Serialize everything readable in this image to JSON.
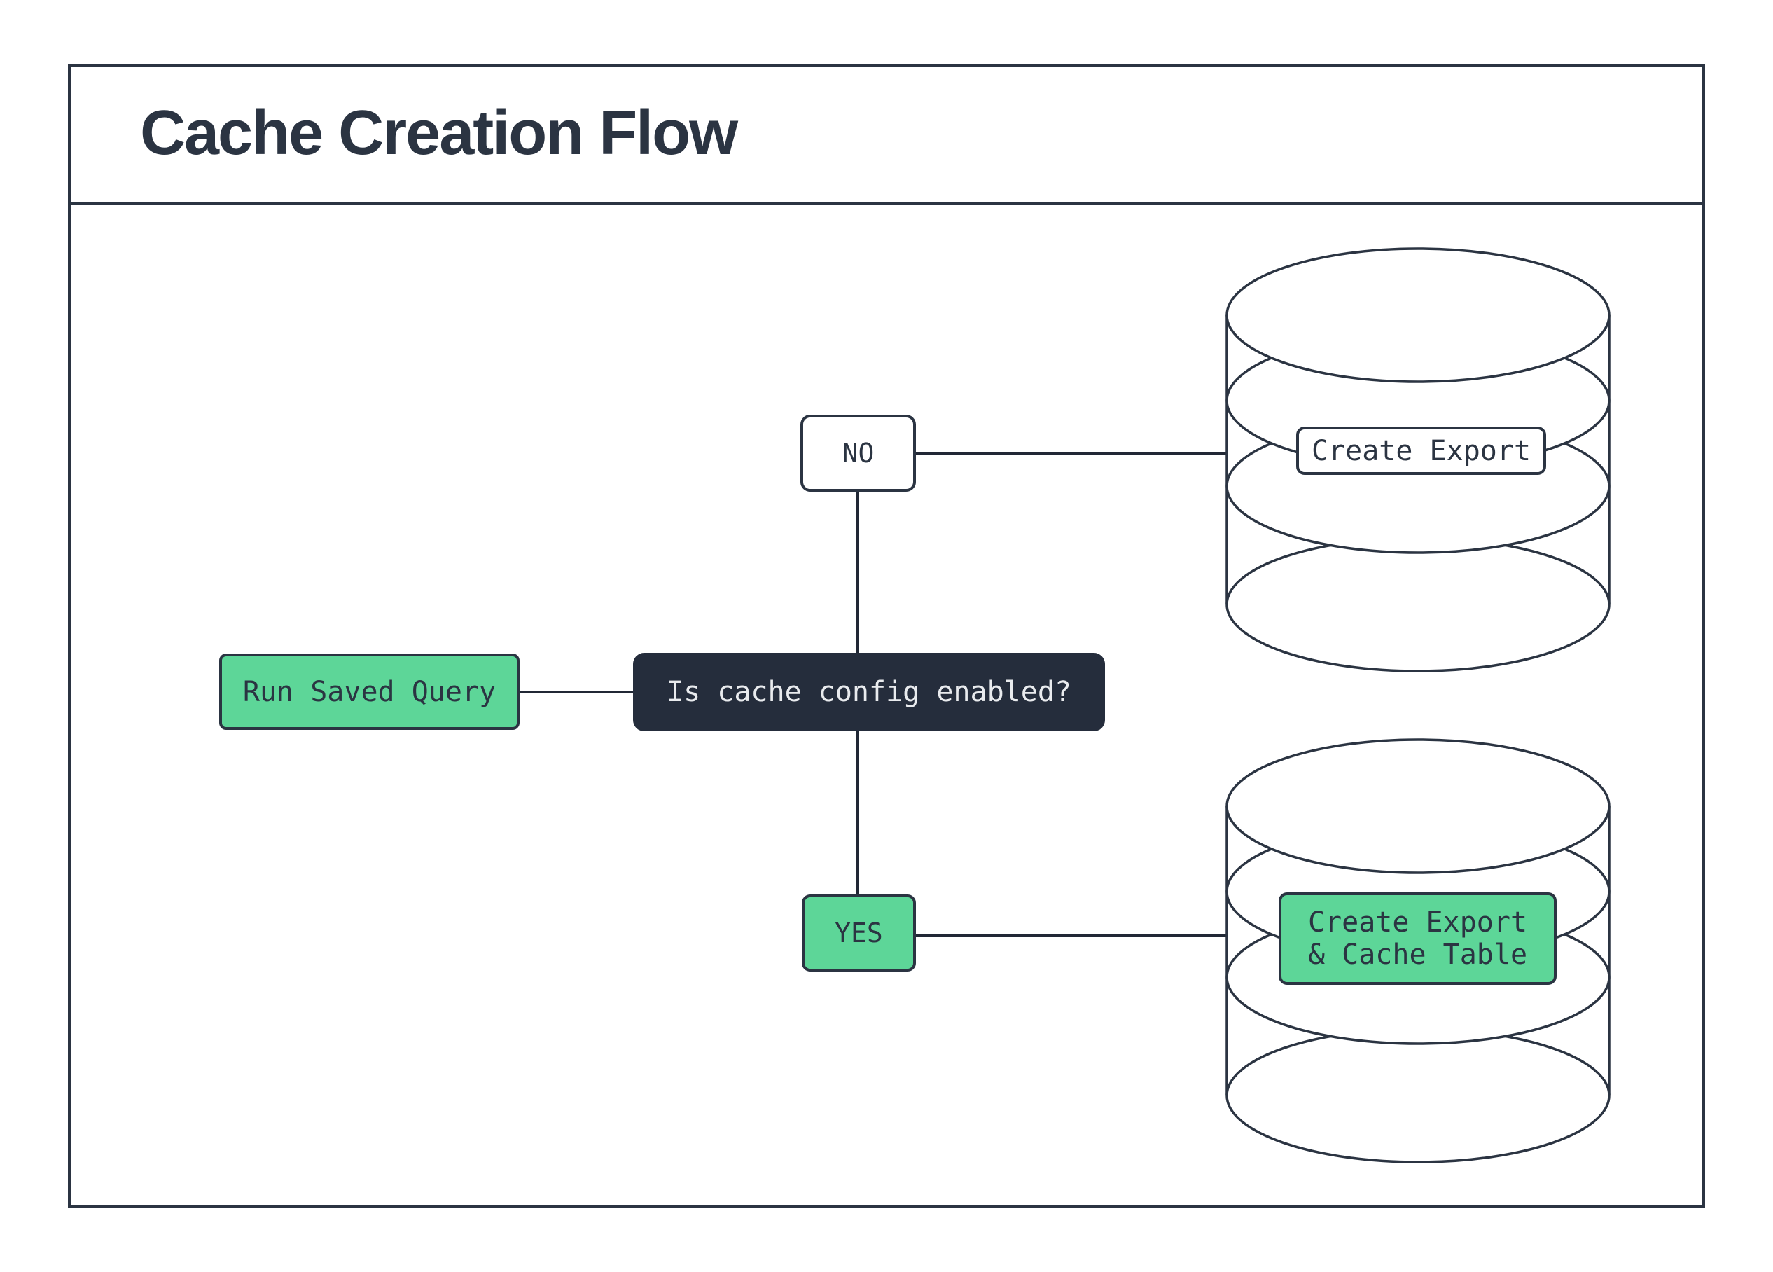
{
  "title": "Cache Creation Flow",
  "flow": {
    "start": {
      "label": "Run Saved Query"
    },
    "decision": {
      "label": "Is cache config enabled?"
    },
    "branch_no": {
      "label": "NO"
    },
    "branch_yes": {
      "label": "YES"
    },
    "outcome_no": {
      "label": "Create Export"
    },
    "outcome_yes": {
      "line1": "Create Export",
      "line2": "& Cache Table"
    }
  },
  "colors": {
    "ink": "#2b3442",
    "edge": "#212835",
    "green": "#5dd698",
    "dark_fill": "#252d3c",
    "light_text": "#e9ebee",
    "background": "#ffffff"
  }
}
